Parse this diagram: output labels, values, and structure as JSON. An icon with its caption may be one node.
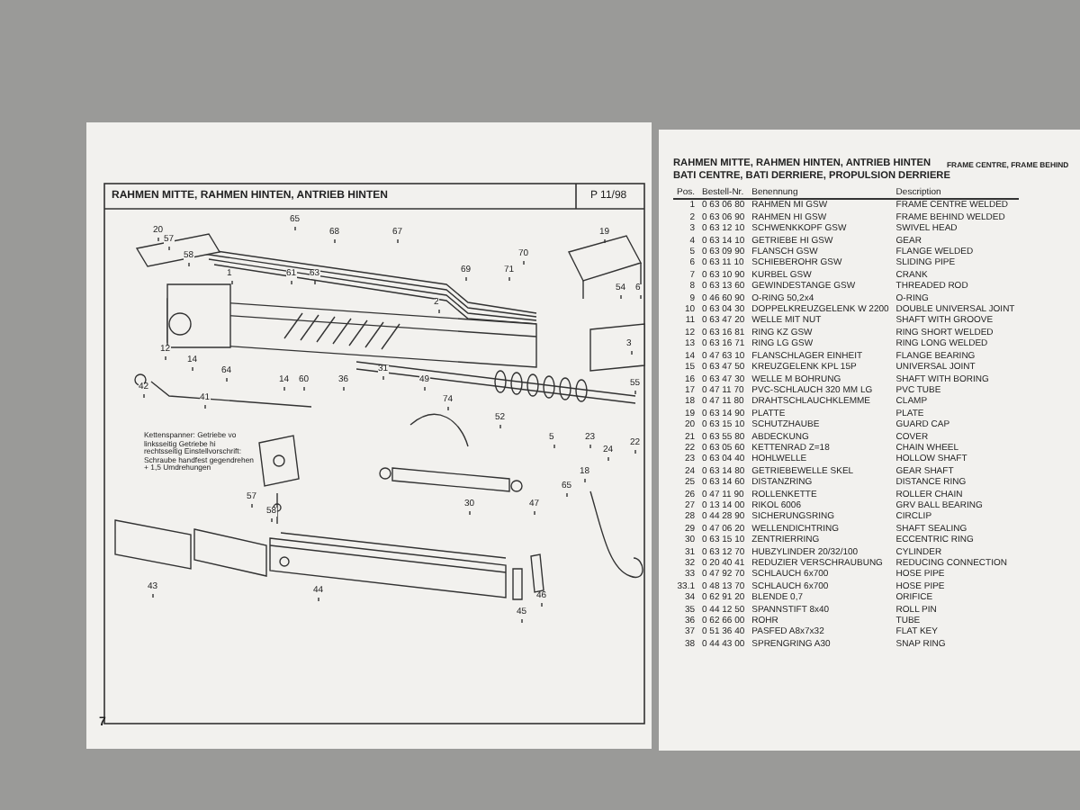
{
  "diagram": {
    "labels": [
      "RAHMEN MITTE, RAHMEN HINTEN, ANTRIEB HINTEN",
      "P 11/98",
      "20",
      "57",
      "58",
      "65",
      "68",
      "67",
      "70",
      "69",
      "71",
      "19",
      "54",
      "6",
      "1",
      "61",
      "63",
      "2",
      "12",
      "14",
      "64",
      "14",
      "60",
      "36",
      "31",
      "42",
      "41",
      "49",
      "74",
      "52",
      "3",
      "55",
      "5",
      "23",
      "24",
      "22",
      "57",
      "58",
      "43",
      "44",
      "45",
      "46",
      "30",
      "47",
      "18",
      "65",
      "Kettenspanner: Getriebe vo linksseitig Getriebe hi rechtsseitig Einstellvorschrift: Schraube handfest gegendrehen + 1,5 Umdrehungen",
      "7",
      "RAHMEN MITTE, RAHMEN HINTEN, ANTRIEB HINTEN",
      "FRAME CENTRE, FRAME BEHIND",
      "BATI CENTRE, BATI DERRIERE, PROPULSION DERRIERE",
      "Pos.",
      "Bestell-Nr.",
      "Benennung",
      "Description",
      "1",
      "0 63 06 80",
      "RAHMEN MI GSW",
      "FRAME CENTRE WELDED",
      "2",
      "0 63 06 90",
      "RAHMEN HI GSW",
      "FRAME BEHIND WELDED",
      "3",
      "0 63 12 10",
      "SCHWENKKOPF GSW",
      "SWIVEL HEAD",
      "4",
      "0 63 14 10",
      "GETRIEBE HI GSW",
      "GEAR",
      "5",
      "0 63 09 90",
      "FLANSCH GSW",
      "FLANGE WELDED",
      "6",
      "0 63 11 10",
      "SCHIEBEROHR GSW",
      "SLIDING PIPE",
      "7",
      "0 63 10 90",
      "KURBEL GSW",
      "CRANK",
      "8",
      "0 63 13 60",
      "GEWINDESTANGE GSW",
      "THREADED ROD",
      "9",
      "0 46 60 90",
      "O-RING 50,2x4",
      "O-RING",
      "10",
      "0 63 04 30",
      "DOPPELKREUZGELENK W 2200",
      "DOUBLE UNIVERSAL JOINT",
      "11",
      "0 63 47 20",
      "WELLE MIT NUT",
      "SHAFT WITH GROOVE",
      "12",
      "0 63 16 81",
      "RING KZ GSW",
      "RING SHORT WELDED",
      "13",
      "0 63 16 71",
      "RING LG GSW",
      "RING LONG WELDED",
      "14",
      "0 47 63 10",
      "FLANSCHLAGER EINHEIT",
      "FLANGE BEARING",
      "15",
      "0 63 47 50",
      "KREUZGELENK KPL 15P",
      "UNIVERSAL JOINT",
      "16",
      "0 63 47 30",
      "WELLE M BOHRUNG",
      "SHAFT WITH BORING",
      "17",
      "0 47 11 70",
      "PVC-SCHLAUCH 320 MM LG",
      "PVC TUBE",
      "18",
      "0 47 11 80",
      "DRAHTSCHLAUCHKLEMME",
      "CLAMP",
      "19",
      "0 63 14 90",
      "PLATTE",
      "PLATE",
      "20",
      "0 63 15 10",
      "SCHUTZHAUBE",
      "GUARD CAP",
      "21",
      "0 63 55 80",
      "ABDECKUNG",
      "COVER",
      "22",
      "0 63 05 60",
      "KETTENRAD Z=18",
      "CHAIN WHEEL",
      "23",
      "0 63 04 40",
      "HOHLWELLE",
      "HOLLOW SHAFT",
      "24",
      "0 63 14 80",
      "GETRIEBEWELLE SKEL",
      "GEAR SHAFT",
      "25",
      "0 63 14 60",
      "DISTANZRING",
      "DISTANCE RING",
      "26",
      "0 47 11 90",
      "ROLLENKETTE",
      "ROLLER CHAIN",
      "27",
      "0 13 14 00",
      "RIKOL 6006",
      "GRV BALL BEARING",
      "28",
      "0 44 28 90",
      "SICHERUNGSRING",
      "CIRCLIP",
      "29",
      "0 47 06 20",
      "WELLENDICHTRING",
      "SHAFT SEALING",
      "30",
      "0 63 15 10",
      "ZENTRIERRING",
      "ECCENTRIC RING",
      "31",
      "0 63 12 70",
      "HUBZYLINDER 20/32/100",
      "CYLINDER",
      "32",
      "0 20 40 41",
      "REDUZIER VERSCHRAUBUNG",
      "REDUCING CONNECTION",
      "33",
      "0 47 92 70",
      "SCHLAUCH 6x700",
      "HOSE PIPE",
      "33.1",
      "0 48 13 70",
      "SCHLAUCH 6x700",
      "HOSE PIPE",
      "34",
      "0 62 91 20",
      "BLENDE 0,7",
      "ORIFICE",
      "35",
      "0 44 12 50",
      "SPANNSTIFT 8x40",
      "ROLL PIN",
      "36",
      "0 62 66 00",
      "ROHR",
      "TUBE",
      "37",
      "0 51 36 40",
      "PASFED A8x7x32",
      "FLAT KEY",
      "38",
      "0 44 43 00",
      "SPRENGRING A30",
      "SNAP RING"
    ]
  }
}
